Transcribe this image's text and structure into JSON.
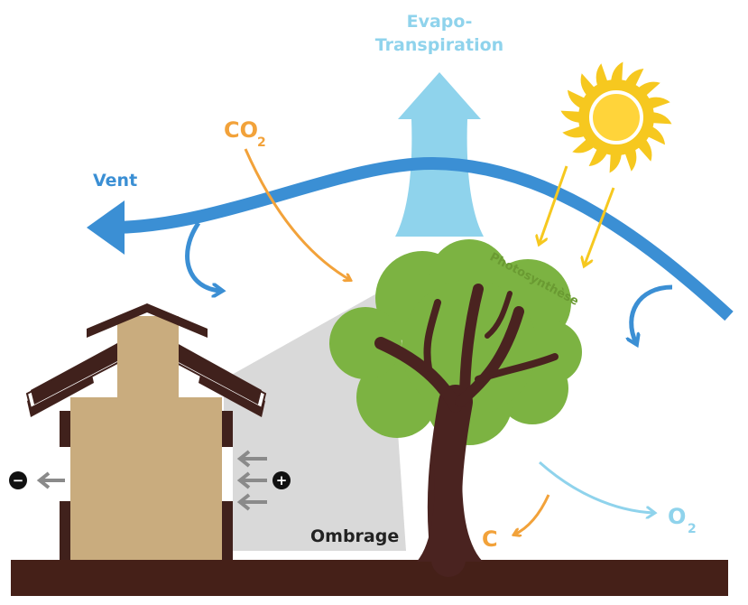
{
  "labels": {
    "evapo_line1": "Evapo-",
    "evapo_line2": "Transpiration",
    "co2_main": "CO",
    "co2_sub": "2",
    "vent": "Vent",
    "photosynthese": "Photosynthèse",
    "ombrage": "Ombrage",
    "c": "C",
    "o2_main": "O",
    "o2_sub": "2",
    "minus": "−",
    "plus": "+"
  },
  "colors": {
    "wind_blue": "#3b8fd4",
    "light_blue": "#8fd3ec",
    "orange": "#f2a23a",
    "yellow": "#f6c81f",
    "sun_core": "#ffd43a",
    "green": "#7cb342",
    "trunk": "#4a2320",
    "ground": "#452018",
    "roof": "#40211c",
    "house": "#c9ac7e",
    "shade": "#d9d9d9",
    "grey_arrow": "#8a8a8a",
    "text_dark": "#222222"
  },
  "icons": {
    "sun": "sun-icon",
    "minus": "minus-circle-icon",
    "plus": "plus-circle-icon"
  }
}
